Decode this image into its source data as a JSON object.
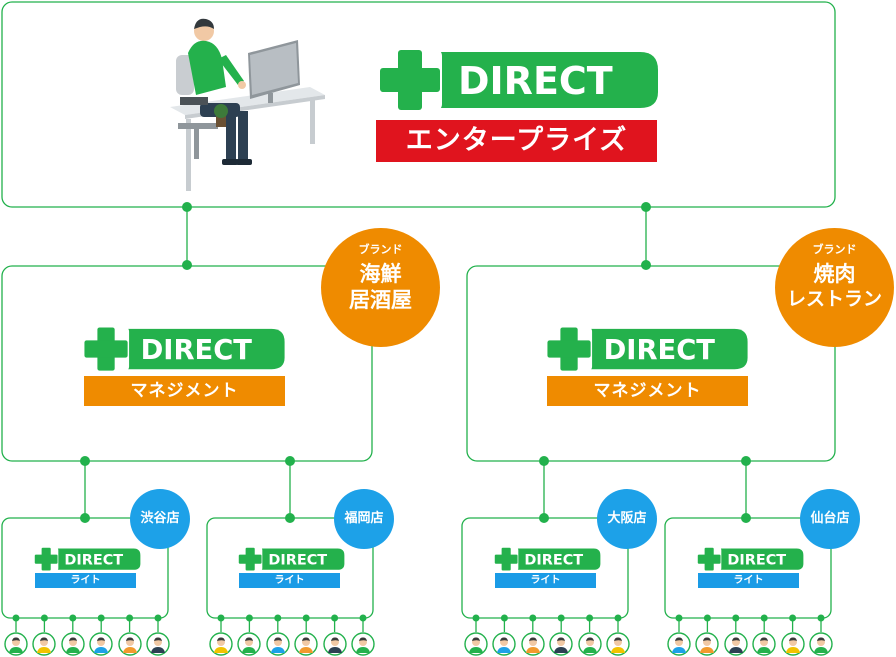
{
  "colors": {
    "line": "#22b14c",
    "green": "#24b14c",
    "red": "#e0141e",
    "orange": "#ef8b00",
    "blue": "#1a9be6",
    "brand_badge": "#ef8b00",
    "store_badge": "#1da1e8"
  },
  "top": {
    "logo_text": "DIRECT",
    "tier_label": "エンタープライズ"
  },
  "management": [
    {
      "logo_text": "DIRECT",
      "tier_label": "マネジメント",
      "brand_small": "ブランド",
      "brand_name_line1": "海鮮",
      "brand_name_line2": "居酒屋"
    },
    {
      "logo_text": "DIRECT",
      "tier_label": "マネジメント",
      "brand_small": "ブランド",
      "brand_name_line1": "焼肉",
      "brand_name_line2": "レストラン"
    }
  ],
  "stores": [
    {
      "logo_text": "DIRECT",
      "tier_label": "ライト",
      "store_name": "渋谷店"
    },
    {
      "logo_text": "DIRECT",
      "tier_label": "ライト",
      "store_name": "福岡店"
    },
    {
      "logo_text": "DIRECT",
      "tier_label": "ライト",
      "store_name": "大阪店"
    },
    {
      "logo_text": "DIRECT",
      "tier_label": "ライト",
      "store_name": "仙台店"
    }
  ],
  "icons": {
    "person": "office-worker-illustration",
    "staff": "staff-avatar-icon",
    "logo_mark": "plus-cross-icon"
  }
}
